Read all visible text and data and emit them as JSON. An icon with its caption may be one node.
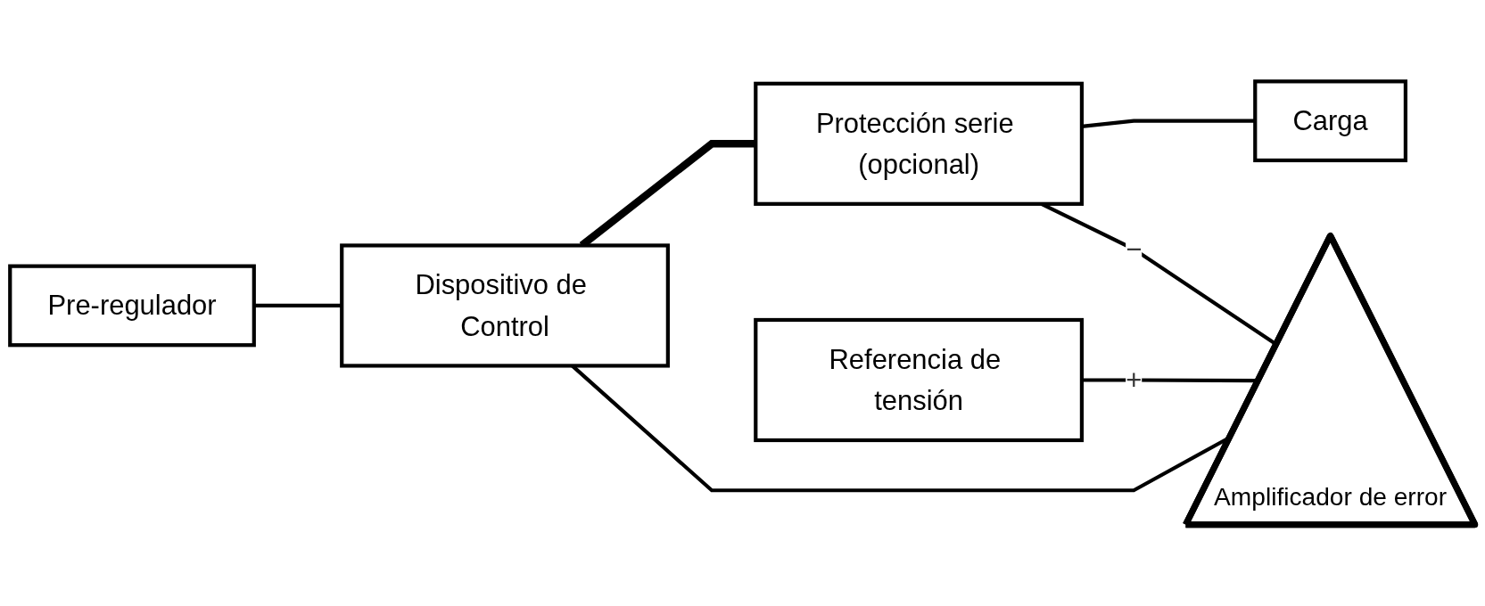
{
  "diagram": {
    "nodes": [
      {
        "text": [
          "Pre-regulador"
        ]
      },
      {
        "text": [
          "Dispositivo de Control"
        ]
      },
      {
        "text": [
          "Protección serie (opcional)"
        ]
      },
      {
        "text": [
          "Carga"
        ]
      },
      {
        "text": [
          "Amplificador de error"
        ]
      },
      {
        "text": [
          "Referencia de tensión"
        ]
      }
    ],
    "edges": [
      {
        "from": 0,
        "to": 1,
        "arrow": "none"
      },
      {
        "from": 1,
        "to": 2,
        "arrow": "none",
        "style": "thick"
      },
      {
        "from": 2,
        "to": 3,
        "arrow": "none"
      },
      {
        "from": 4,
        "to": 1,
        "arrow": "none"
      },
      {
        "from": 5,
        "to": 4,
        "arrow": "none",
        "label": "+"
      },
      {
        "from": 2,
        "to": 4,
        "arrow": "none",
        "label": "−"
      }
    ]
  }
}
